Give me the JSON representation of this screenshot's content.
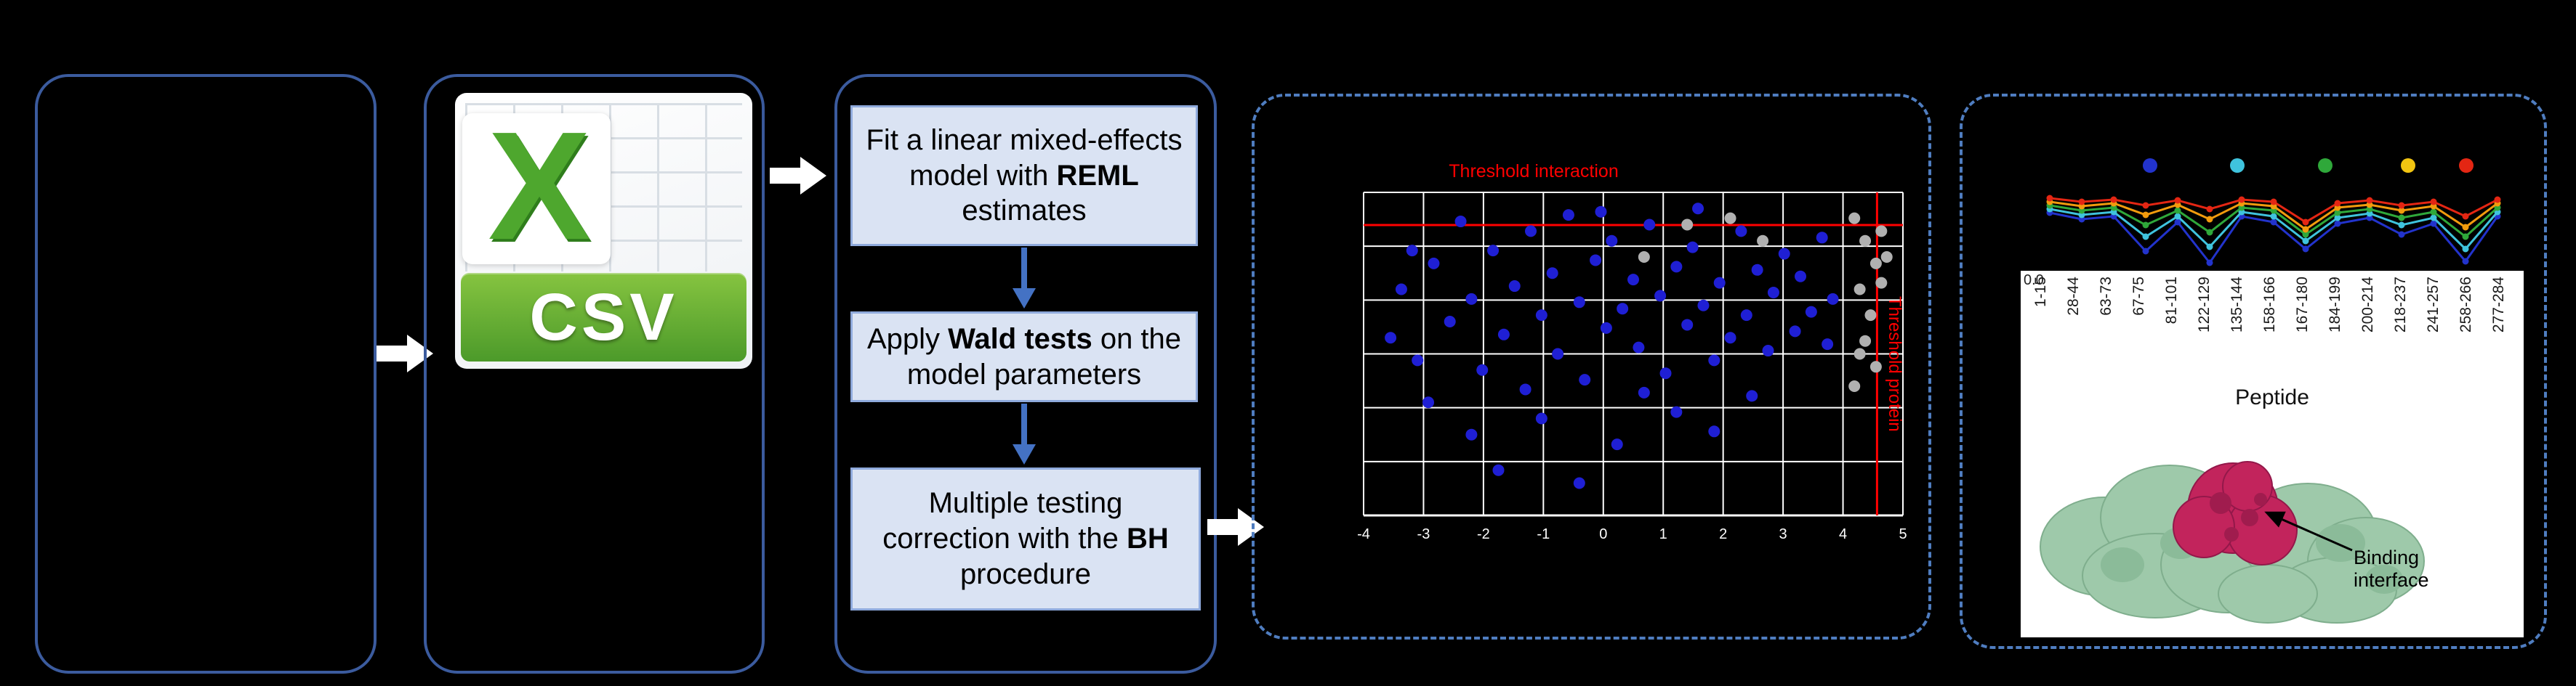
{
  "background": "#000000",
  "panel_border_color": "#3b5b9e",
  "dashed_border_color": "#4f7dc0",
  "csv_panel": {
    "logo_letter": "X",
    "file_type_label": "CSV"
  },
  "steps_panel": {
    "box_fill": "#dae3f3",
    "box_border": "#8faadc",
    "arrow_color": "#4472c4",
    "step1": {
      "pre": "Fit a linear mixed-effects model with ",
      "bold": "REML",
      "post": " estimates"
    },
    "step2": {
      "pre": "Apply ",
      "bold": "Wald tests",
      "post": " on the model parameters"
    },
    "step3": {
      "pre": "Multiple testing correction with the ",
      "bold": "BH",
      "post": " procedure"
    }
  },
  "volcano_panel": {
    "title": "Threshold interaction",
    "right_label": "Threshold protein",
    "threshold_color": "#ff0000",
    "point_color_significant": "#1f1fd4",
    "point_color_nonsignificant": "#b0b0b0",
    "grid_color": "#ffffff",
    "hline_frac": 0.101,
    "vline_frac": 0.952,
    "x_ticks": [
      "-4",
      "-3",
      "-2",
      "-1",
      "0",
      "1",
      "2",
      "3",
      "4",
      "5"
    ],
    "blue_points": [
      [
        0.07,
        0.3
      ],
      [
        0.1,
        0.52
      ],
      [
        0.13,
        0.22
      ],
      [
        0.16,
        0.4
      ],
      [
        0.18,
        0.09
      ],
      [
        0.2,
        0.33
      ],
      [
        0.22,
        0.55
      ],
      [
        0.24,
        0.18
      ],
      [
        0.26,
        0.44
      ],
      [
        0.28,
        0.29
      ],
      [
        0.3,
        0.61
      ],
      [
        0.31,
        0.12
      ],
      [
        0.33,
        0.38
      ],
      [
        0.35,
        0.25
      ],
      [
        0.36,
        0.5
      ],
      [
        0.38,
        0.07
      ],
      [
        0.4,
        0.34
      ],
      [
        0.41,
        0.58
      ],
      [
        0.43,
        0.21
      ],
      [
        0.45,
        0.42
      ],
      [
        0.46,
        0.15
      ],
      [
        0.48,
        0.36
      ],
      [
        0.5,
        0.27
      ],
      [
        0.51,
        0.48
      ],
      [
        0.53,
        0.1
      ],
      [
        0.55,
        0.32
      ],
      [
        0.56,
        0.56
      ],
      [
        0.58,
        0.23
      ],
      [
        0.6,
        0.41
      ],
      [
        0.61,
        0.17
      ],
      [
        0.63,
        0.35
      ],
      [
        0.65,
        0.52
      ],
      [
        0.66,
        0.28
      ],
      [
        0.68,
        0.45
      ],
      [
        0.7,
        0.12
      ],
      [
        0.71,
        0.38
      ],
      [
        0.73,
        0.24
      ],
      [
        0.75,
        0.49
      ],
      [
        0.76,
        0.31
      ],
      [
        0.78,
        0.19
      ],
      [
        0.8,
        0.43
      ],
      [
        0.81,
        0.26
      ],
      [
        0.83,
        0.37
      ],
      [
        0.85,
        0.14
      ],
      [
        0.86,
        0.47
      ],
      [
        0.2,
        0.75
      ],
      [
        0.33,
        0.7
      ],
      [
        0.47,
        0.78
      ],
      [
        0.58,
        0.68
      ],
      [
        0.25,
        0.86
      ],
      [
        0.4,
        0.9
      ],
      [
        0.12,
        0.65
      ],
      [
        0.65,
        0.74
      ],
      [
        0.72,
        0.63
      ],
      [
        0.05,
        0.45
      ],
      [
        0.09,
        0.18
      ],
      [
        0.52,
        0.62
      ],
      [
        0.44,
        0.06
      ],
      [
        0.62,
        0.05
      ],
      [
        0.87,
        0.33
      ]
    ],
    "gray_points": [
      [
        0.91,
        0.08
      ],
      [
        0.93,
        0.15
      ],
      [
        0.95,
        0.22
      ],
      [
        0.92,
        0.3
      ],
      [
        0.94,
        0.38
      ],
      [
        0.96,
        0.12
      ],
      [
        0.93,
        0.46
      ],
      [
        0.95,
        0.54
      ],
      [
        0.91,
        0.6
      ],
      [
        0.96,
        0.28
      ],
      [
        0.6,
        0.1
      ],
      [
        0.68,
        0.08
      ],
      [
        0.74,
        0.15
      ],
      [
        0.52,
        0.2
      ],
      [
        0.97,
        0.2
      ],
      [
        0.92,
        0.5
      ]
    ]
  },
  "profile_panel": {
    "legend_colors": [
      "#2233cc",
      "#3fc3dd",
      "#2fa83a",
      "#f2c511",
      "#e42613"
    ],
    "series": [
      {
        "color": "#2233cc",
        "values": [
          0.75,
          0.66,
          0.7,
          0.22,
          0.62,
          0.06,
          0.7,
          0.62,
          0.25,
          0.6,
          0.68,
          0.45,
          0.6,
          0.08,
          0.7
        ]
      },
      {
        "color": "#3fc3dd",
        "values": [
          0.8,
          0.72,
          0.76,
          0.42,
          0.7,
          0.28,
          0.76,
          0.7,
          0.36,
          0.68,
          0.74,
          0.58,
          0.68,
          0.25,
          0.76
        ]
      },
      {
        "color": "#2fa83a",
        "values": [
          0.85,
          0.78,
          0.82,
          0.58,
          0.78,
          0.48,
          0.82,
          0.78,
          0.45,
          0.75,
          0.8,
          0.68,
          0.76,
          0.42,
          0.82
        ]
      },
      {
        "color": "#f29b0d",
        "values": [
          0.9,
          0.84,
          0.88,
          0.72,
          0.86,
          0.66,
          0.88,
          0.84,
          0.52,
          0.82,
          0.86,
          0.78,
          0.84,
          0.55,
          0.88
        ]
      },
      {
        "color": "#e42613",
        "values": [
          0.95,
          0.9,
          0.93,
          0.85,
          0.92,
          0.8,
          0.93,
          0.9,
          0.62,
          0.88,
          0.92,
          0.85,
          0.9,
          0.7,
          0.93
        ]
      }
    ],
    "y_axis_label_zero": "0.0",
    "x_labels": [
      "1-15",
      "28-44",
      "63-73",
      "67-75",
      "81-101",
      "122-129",
      "135-144",
      "158-166",
      "167-180",
      "184-199",
      "200-214",
      "218-237",
      "241-257",
      "258-266",
      "277-284"
    ],
    "xlabel": "Peptide"
  },
  "structure_panel": {
    "annotation": "Binding interface",
    "protein_color": "#9ec9aa",
    "interface_color": "#c2245c"
  }
}
